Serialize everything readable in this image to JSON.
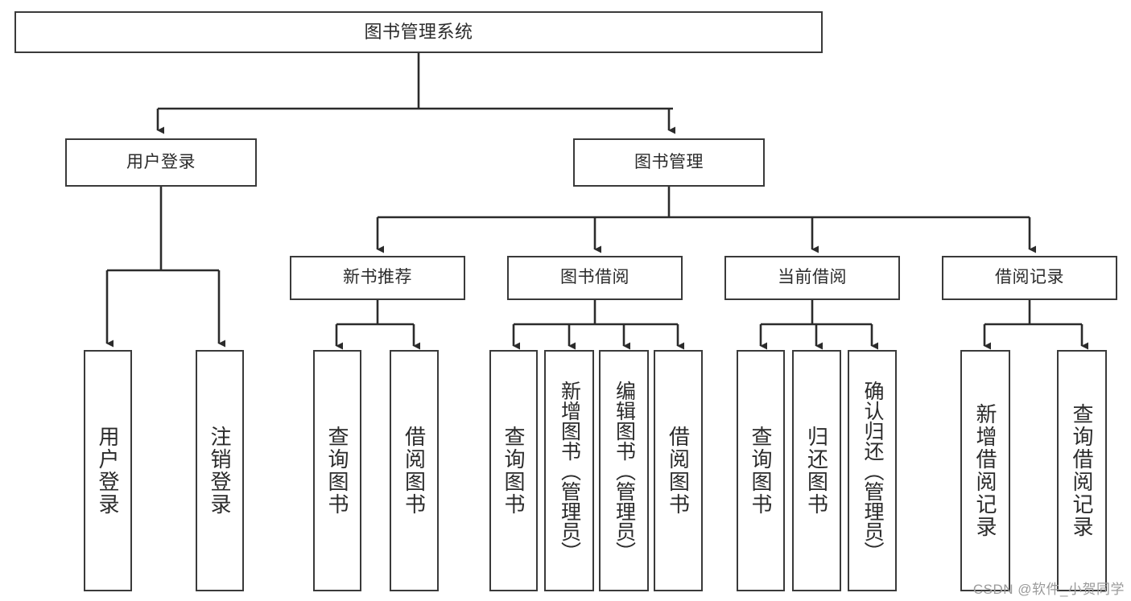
{
  "diagram": {
    "title": "图书管理系统",
    "type": "tree-hierarchy",
    "watermark": "CSDN @软件_小贺同学",
    "colors": {
      "box_border": "#3a3a3a",
      "box_fill": "#ffffff",
      "connector": "#2b2b2b",
      "text": "#2b2b2b",
      "watermark": "#9a9a9a",
      "background": "#ffffff"
    },
    "root": {
      "label": "图书管理系统"
    },
    "level1": [
      {
        "label": "用户登录"
      },
      {
        "label": "图书管理"
      }
    ],
    "level2": [
      {
        "label": "新书推荐"
      },
      {
        "label": "图书借阅"
      },
      {
        "label": "当前借阅"
      },
      {
        "label": "借阅记录"
      }
    ],
    "leaves": {
      "user_login": [
        {
          "label": "用户登录"
        },
        {
          "label": "注销登录"
        }
      ],
      "new_book_recommend": [
        {
          "label": "查询图书"
        },
        {
          "label": "借阅图书"
        }
      ],
      "book_borrow": [
        {
          "label": "查询图书"
        },
        {
          "label": "新增图书（管理员）"
        },
        {
          "label": "编辑图书（管理员）"
        },
        {
          "label": "借阅图书"
        }
      ],
      "current_borrow": [
        {
          "label": "查询图书"
        },
        {
          "label": "归还图书"
        },
        {
          "label": "确认归还（管理员）"
        }
      ],
      "borrow_record": [
        {
          "label": "新增借阅记录"
        },
        {
          "label": "查询借阅记录"
        }
      ]
    }
  }
}
